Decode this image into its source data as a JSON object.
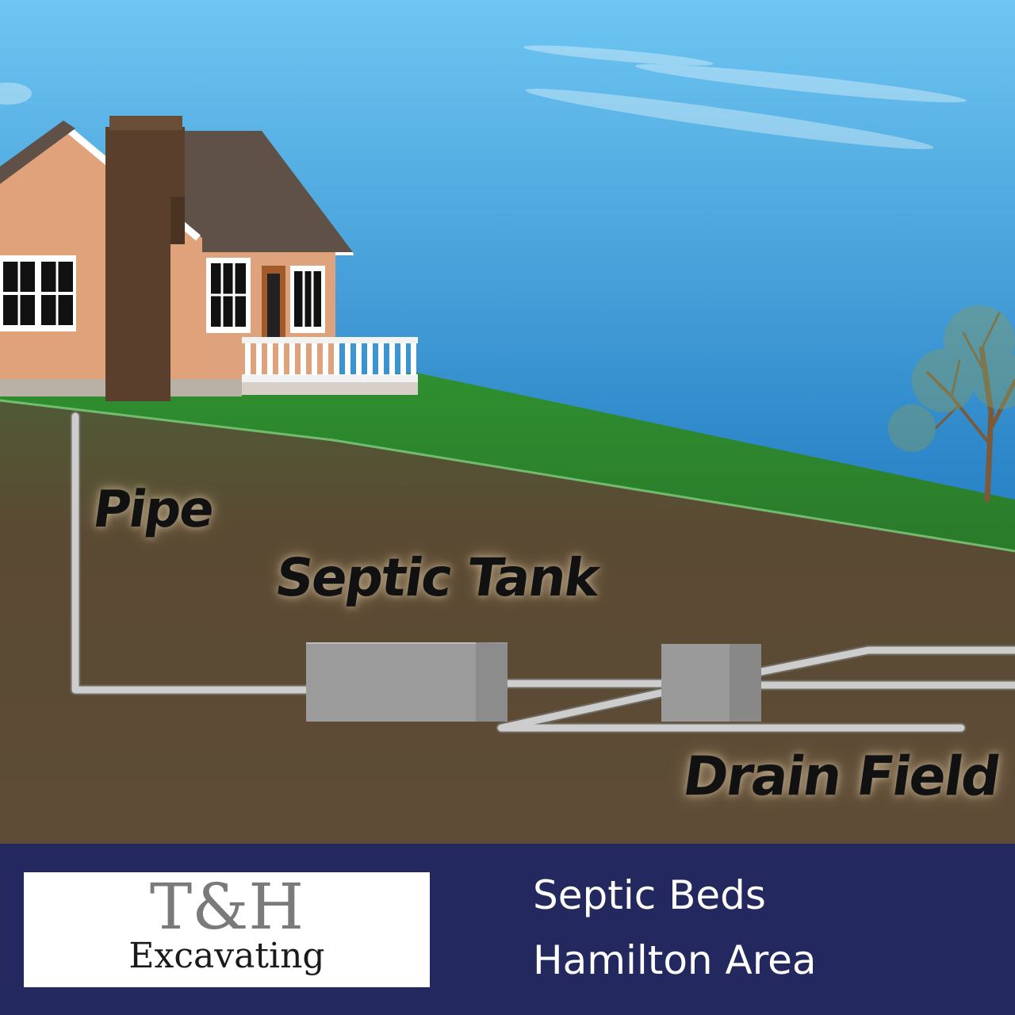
{
  "labels": {
    "pipe": "Pipe",
    "septic_tank": "Septic Tank",
    "drain_field": "Drain Field"
  },
  "banner": {
    "logo_main": "T&H",
    "logo_sub": "Excavating",
    "line1": "Septic Beds",
    "line2": "Hamilton Area"
  },
  "colors": {
    "sky_top": "#6ec6f2",
    "sky_bottom": "#1e6fb3",
    "grass": "#2f8a2e",
    "soil": "#5e4a33",
    "banner": "#23285e",
    "house_wall": "#e0a27a",
    "chimney": "#5a3f2c",
    "roof": "#5f5147",
    "pipe": "#c4c4c4",
    "tank": "#9a9a9a"
  }
}
